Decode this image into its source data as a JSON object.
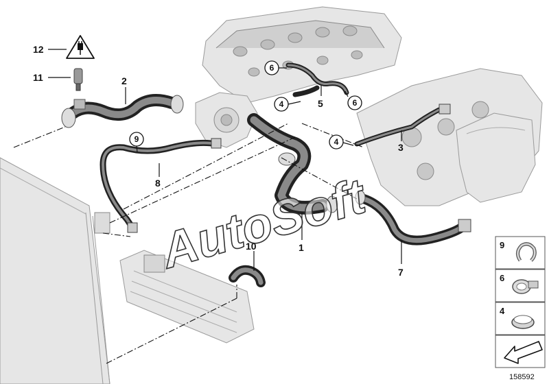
{
  "diagram": {
    "part_labels": [
      {
        "id": "1",
        "text": "1"
      },
      {
        "id": "2",
        "text": "2"
      },
      {
        "id": "3",
        "text": "3"
      },
      {
        "id": "5",
        "text": "5"
      },
      {
        "id": "7",
        "text": "7"
      },
      {
        "id": "8",
        "text": "8"
      },
      {
        "id": "10",
        "text": "10"
      },
      {
        "id": "11",
        "text": "11"
      },
      {
        "id": "12",
        "text": "12"
      }
    ],
    "circled_labels": [
      {
        "id": "c6a",
        "text": "6"
      },
      {
        "id": "c4a",
        "text": "4"
      },
      {
        "id": "c6b",
        "text": "6"
      },
      {
        "id": "c4b",
        "text": "4"
      },
      {
        "id": "c9",
        "text": "9"
      }
    ],
    "legend": [
      {
        "number": "9",
        "icon": "clip-icon"
      },
      {
        "number": "6",
        "icon": "hose-clamp-icon"
      },
      {
        "number": "4",
        "icon": "band-clamp-icon"
      },
      {
        "number": "",
        "icon": "arrow-ref-icon"
      }
    ],
    "watermark": "AutoSoft",
    "document_number": "158592",
    "warning_icon": "electrical-plug-warning-icon"
  }
}
